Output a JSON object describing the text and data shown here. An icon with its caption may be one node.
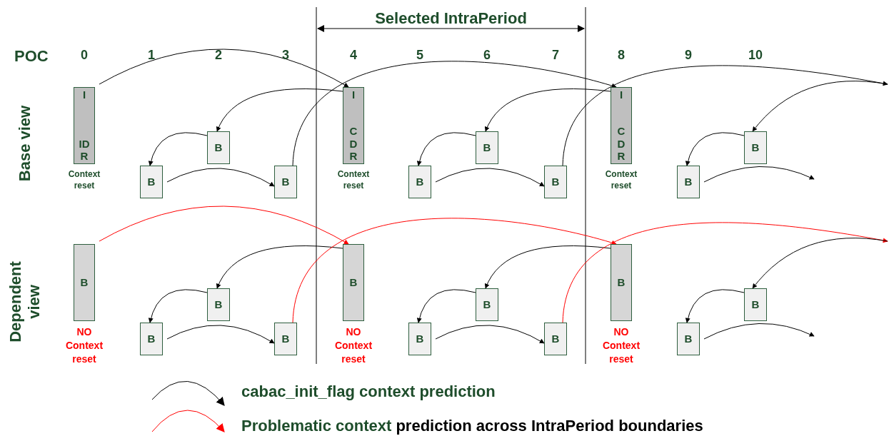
{
  "diagram": {
    "title": "Selected IntraPeriod",
    "nodes": [
      {
        "text": [
          "I",
          "IDR"
        ],
        "beside": [
          "Context reset"
        ]
      },
      {
        "text": [
          "B"
        ]
      },
      {
        "text": [
          "B"
        ]
      },
      {
        "text": [
          "B"
        ]
      },
      {
        "text": [
          "I",
          "CDR"
        ],
        "beside": [
          "Context reset"
        ]
      },
      {
        "text": [
          "B"
        ]
      },
      {
        "text": [
          "B"
        ]
      },
      {
        "text": [
          "B"
        ]
      },
      {
        "text": [
          "I",
          "CDR"
        ],
        "beside": [
          "Context reset"
        ]
      },
      {
        "text": [
          "B"
        ]
      },
      {
        "text": [
          "B"
        ]
      },
      {
        "text": [
          "B"
        ],
        "beside": [
          "NO Context reset"
        ]
      },
      {
        "text": [
          "B"
        ]
      },
      {
        "text": [
          "B"
        ]
      },
      {
        "text": [
          "B"
        ]
      },
      {
        "text": [
          "B"
        ],
        "beside": [
          "NO Context reset"
        ]
      },
      {
        "text": [
          "B"
        ]
      },
      {
        "text": [
          "B"
        ]
      },
      {
        "text": [
          "B"
        ]
      },
      {
        "text": [
          "B"
        ],
        "beside": [
          "NO Context reset"
        ]
      },
      {
        "text": [
          "B"
        ]
      },
      {
        "text": [
          "B"
        ]
      }
    ],
    "edges": [
      {
        "from": 0,
        "to": 4,
        "arrow": "to"
      },
      {
        "from": 4,
        "to": 2,
        "arrow": "to"
      },
      {
        "from": 2,
        "to": 1,
        "arrow": "to"
      },
      {
        "from": 1,
        "to": 3,
        "arrow": "to"
      },
      {
        "from": 3,
        "to": 8,
        "arrow": "to"
      },
      {
        "from": 8,
        "to": 6,
        "arrow": "to"
      },
      {
        "from": 6,
        "to": 5,
        "arrow": "to"
      },
      {
        "from": 5,
        "to": 7,
        "arrow": "to"
      },
      {
        "from": 7,
        "to": null,
        "arrow": "to"
      },
      {
        "from": null,
        "to": 10,
        "arrow": "to"
      },
      {
        "from": 10,
        "to": 9,
        "arrow": "to"
      },
      {
        "from": 9,
        "to": null,
        "arrow": "to"
      },
      {
        "from": 11,
        "to": 15,
        "arrow": "to",
        "color": "#ff0000"
      },
      {
        "from": 15,
        "to": 13,
        "arrow": "to"
      },
      {
        "from": 13,
        "to": 12,
        "arrow": "to"
      },
      {
        "from": 12,
        "to": 14,
        "arrow": "to"
      },
      {
        "from": 14,
        "to": 19,
        "arrow": "to",
        "color": "#ff0000"
      },
      {
        "from": 19,
        "to": 17,
        "arrow": "to"
      },
      {
        "from": 17,
        "to": 16,
        "arrow": "to"
      },
      {
        "from": 16,
        "to": 18,
        "arrow": "to"
      },
      {
        "from": 18,
        "to": null,
        "arrow": "to",
        "color": "#ff0000"
      },
      {
        "from": null,
        "to": 21,
        "arrow": "to"
      },
      {
        "from": 21,
        "to": 20,
        "arrow": "to"
      },
      {
        "from": 20,
        "to": null,
        "arrow": "to"
      }
    ],
    "labels": [
      "POC",
      "0",
      "1",
      "2",
      "3",
      "4",
      "5",
      "6",
      "7",
      "8",
      "9",
      "10",
      "Base view",
      "Dependent view"
    ],
    "legend": [
      {
        "text": "cabac_init_flag context prediction"
      },
      {
        "text": "**Problematic context** prediction across IntraPeriod boundaries"
      }
    ]
  }
}
